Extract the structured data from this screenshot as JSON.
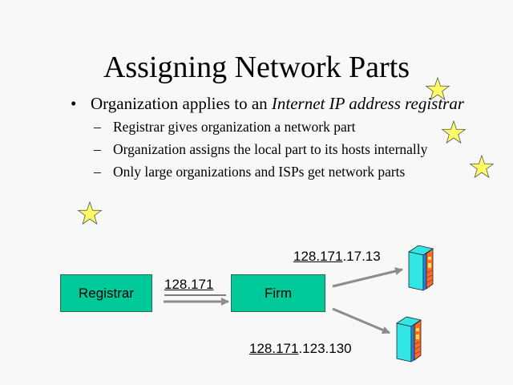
{
  "slide": {
    "title": "Assigning Network Parts",
    "bullets": {
      "main": {
        "prefix": "Organization applies to an ",
        "italic": "Internet IP address registrar"
      },
      "sub": [
        "Registrar gives organization a network part",
        "Organization assigns the local part to its hosts internally",
        "Only large organizations and ISPs get network parts"
      ],
      "bullet_glyph": "•",
      "dash_glyph": "–"
    },
    "diagram": {
      "registrar_label": "Registrar",
      "firm_label": "Firm",
      "network_part": "128.171",
      "host1": {
        "network": "128.171",
        "local": ".17.13"
      },
      "host2": {
        "network": "128.171",
        "local": ".123.130"
      }
    },
    "colors": {
      "box_fill": "#00c999",
      "arrow": "#8c8c8c",
      "star": "#ffff66",
      "server_side": "#33e6e6",
      "server_front": "#ff6a2a"
    },
    "decorations": {
      "star_count": 4,
      "server_count": 2
    }
  }
}
